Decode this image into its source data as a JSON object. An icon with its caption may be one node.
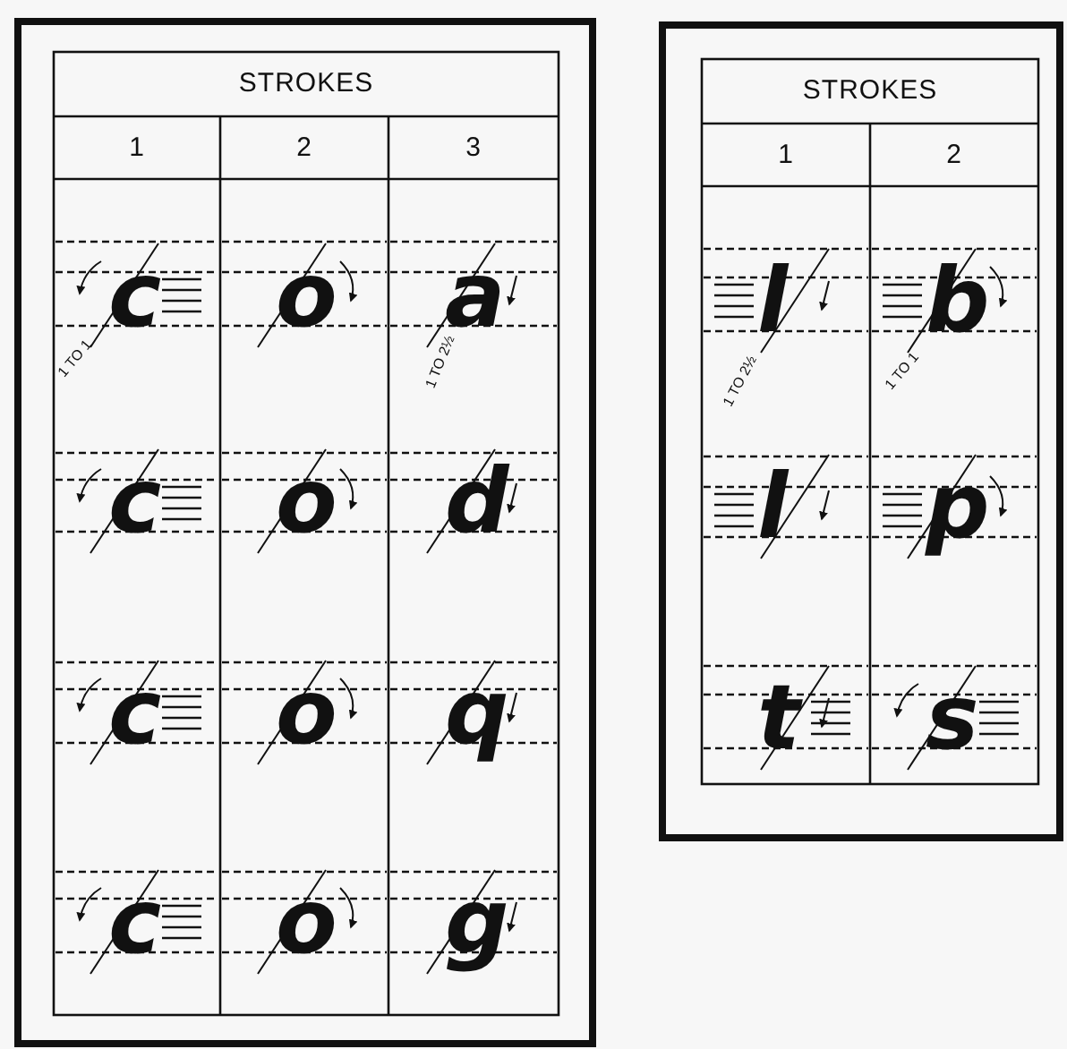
{
  "diagram": {
    "labels": [
      "STROKES",
      "1",
      "2",
      "3",
      "c",
      "o",
      "a",
      "1 TO 1",
      "1 TO 2½",
      "c",
      "o",
      "d",
      "c",
      "o",
      "q",
      "c",
      "o",
      "g",
      "STROKES",
      "1",
      "2",
      "l",
      "b",
      "1 TO 2½",
      "1 TO 1",
      "l",
      "p",
      "t",
      "s"
    ]
  }
}
